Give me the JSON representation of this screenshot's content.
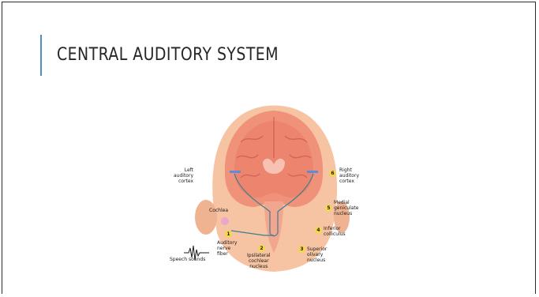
{
  "slide": {
    "title": "CENTRAL AUDITORY SYSTEM"
  },
  "figure": {
    "labels": {
      "left_auditory_cortex": "Left\nauditory\ncortex",
      "right_auditory_cortex": "Right\nauditory\ncortex",
      "medial_geniculate_nucleus": "Medial\ngeniculate\nnucleus",
      "cochlea": "Cochlea",
      "inferior_colliculus": "Inferior\ncolliculus",
      "auditory_nerve_fiber": "Auditory\nnerve\nfiber",
      "speech_sounds": "Speech sounds",
      "ipsilateral_cochlear_nucleus": "Ipsilateral\ncochlear\nnucleus",
      "superior_olivary_nucleus": "Superior\nolivary\nnucleus"
    },
    "numbers": {
      "n1": "1",
      "n2": "2",
      "n3": "3",
      "n4": "4",
      "n5": "5",
      "n6": "6"
    }
  }
}
